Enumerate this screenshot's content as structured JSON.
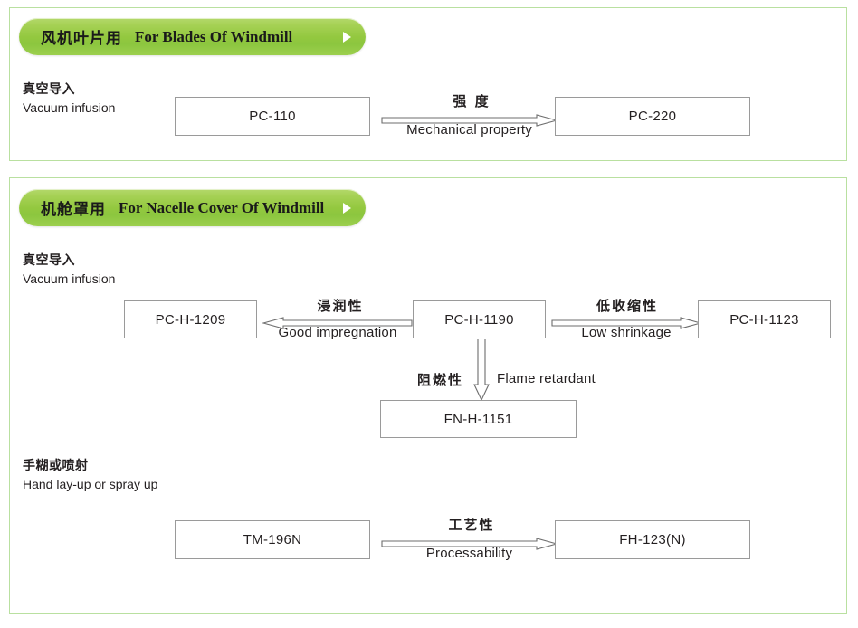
{
  "sections": [
    {
      "id": "blades",
      "header": {
        "cn": "风机叶片用",
        "en": "For Blades Of Windmill",
        "arrow_icon": "play-triangle-icon"
      },
      "groups": [
        {
          "id": "vacuum-infusion",
          "label_cn": "真空导入",
          "label_en": "Vacuum infusion",
          "boxes": [
            {
              "id": "pc-110",
              "text": "PC-110"
            },
            {
              "id": "pc-220",
              "text": "PC-220"
            }
          ],
          "arrows": [
            {
              "id": "mechanical-property",
              "direction": "right",
              "cn": "强 度",
              "en": "Mechanical property"
            }
          ]
        }
      ]
    },
    {
      "id": "nacelle",
      "header": {
        "cn": "机舱罩用",
        "en": "For Nacelle Cover Of Windmill",
        "arrow_icon": "play-triangle-icon"
      },
      "groups": [
        {
          "id": "vacuum-infusion",
          "label_cn": "真空导入",
          "label_en": "Vacuum infusion",
          "boxes": [
            {
              "id": "pc-h-1209",
              "text": "PC-H-1209"
            },
            {
              "id": "pc-h-1190",
              "text": "PC-H-1190"
            },
            {
              "id": "pc-h-1123",
              "text": "PC-H-1123"
            },
            {
              "id": "fn-h-1151",
              "text": "FN-H-1151"
            }
          ],
          "arrows": [
            {
              "id": "good-impregnation",
              "direction": "left",
              "cn": "浸润性",
              "en": "Good impregnation"
            },
            {
              "id": "low-shrinkage",
              "direction": "right",
              "cn": "低收缩性",
              "en": "Low shrinkage"
            },
            {
              "id": "flame-retardant",
              "direction": "down",
              "cn": "阻燃性",
              "en": "Flame retardant"
            }
          ]
        },
        {
          "id": "hand-layup",
          "label_cn": "手糊或喷射",
          "label_en": "Hand lay-up or spray up",
          "boxes": [
            {
              "id": "tm-196n",
              "text": "TM-196N"
            },
            {
              "id": "fh-123n",
              "text": "FH-123(N)"
            }
          ],
          "arrows": [
            {
              "id": "processability",
              "direction": "right",
              "cn": "工艺性",
              "en": "Processability"
            }
          ]
        }
      ]
    }
  ],
  "colors": {
    "panel_border": "#b9e0a0",
    "pill_green_light": "#b4d96b",
    "pill_green_dark": "#8cc63f",
    "box_border": "#9a9a9a",
    "arrow_stroke": "#6d6d6d",
    "text": "#231f20"
  }
}
